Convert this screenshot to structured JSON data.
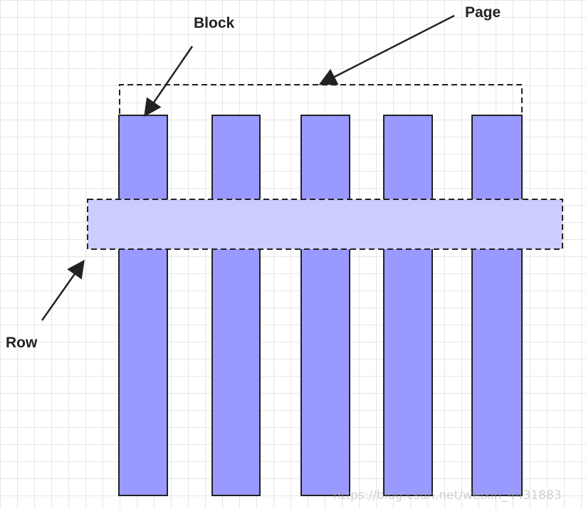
{
  "labels": {
    "block": "Block",
    "page": "Page",
    "row": "Row"
  },
  "watermark": "https://blog.csdn.net/weixin_4431883",
  "colors": {
    "column_fill": "#9999ff",
    "row_fill": "#ccccff",
    "stroke": "#222222",
    "grid": "#e6e6e6"
  },
  "column_count": 5
}
